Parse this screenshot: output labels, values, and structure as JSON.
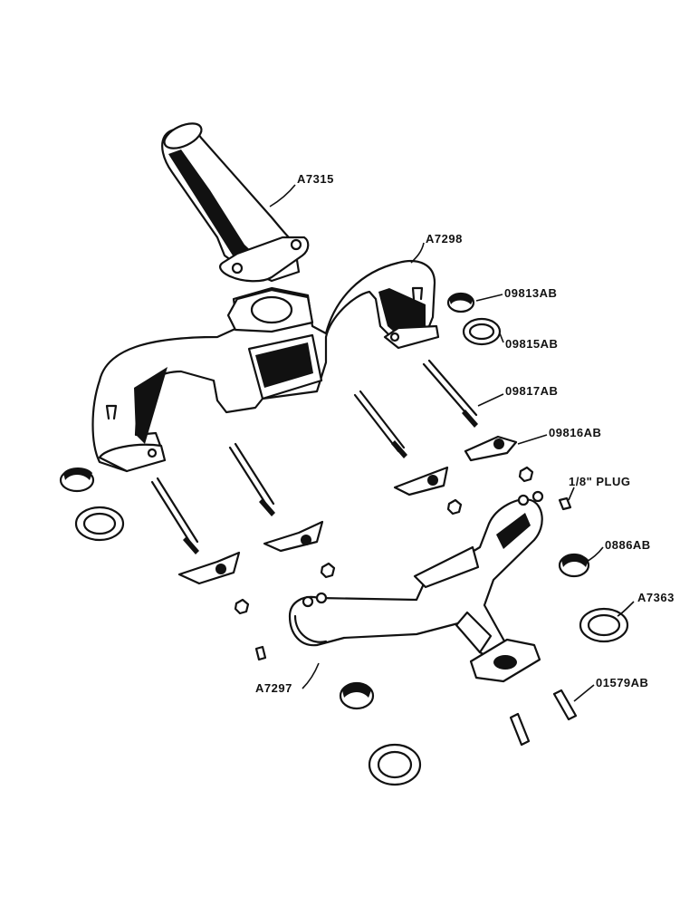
{
  "diagram": {
    "labels": {
      "a7315": "A7315",
      "a7298": "A7298",
      "p09813ab": "09813AB",
      "p09815ab": "09815AB",
      "p09817ab": "09817AB",
      "p09816ab": "09816AB",
      "plug": "1/8\" PLUG",
      "p0886ab": "0886AB",
      "a7363": "A7363",
      "a7297": "A7297",
      "p01579ab": "01579AB"
    },
    "colors": {
      "ink": "#111111",
      "paper": "#ffffff"
    }
  }
}
